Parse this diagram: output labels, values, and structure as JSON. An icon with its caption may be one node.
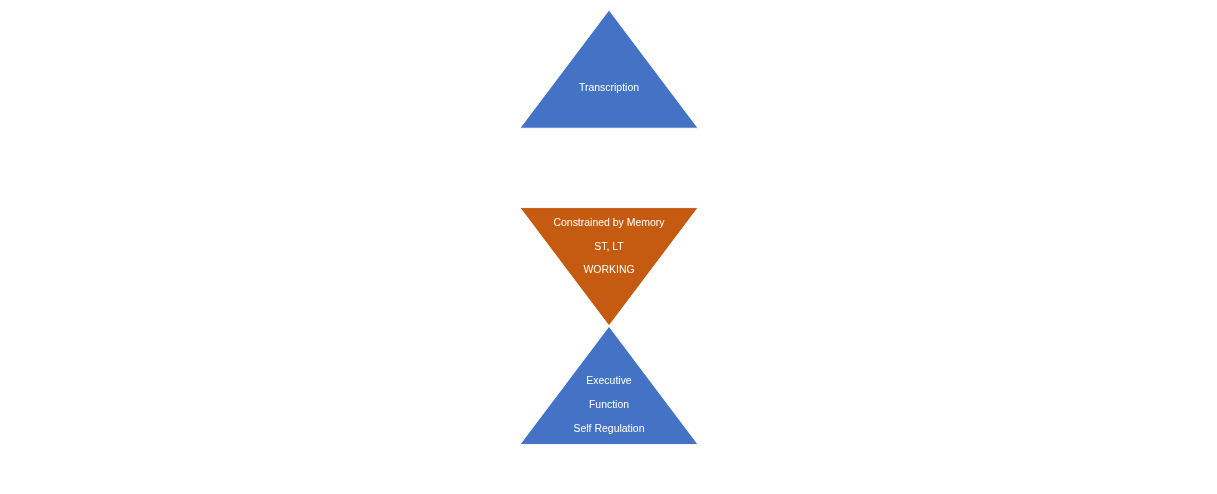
{
  "diagram": {
    "nodes": [
      {
        "text": [
          "Transcription"
        ]
      },
      {
        "text": [
          "Constrained by Memory",
          "ST, LT",
          "WORKING"
        ]
      },
      {
        "text": [
          "Executive",
          "Function",
          "Self Regulation"
        ]
      }
    ]
  }
}
